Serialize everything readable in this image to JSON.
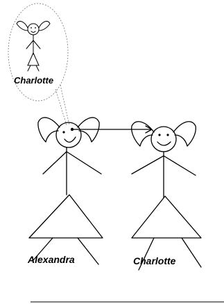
{
  "labels": {
    "thought_name": "Charlotte",
    "left_name": "Alexandra",
    "right_name": "Charlotte"
  }
}
